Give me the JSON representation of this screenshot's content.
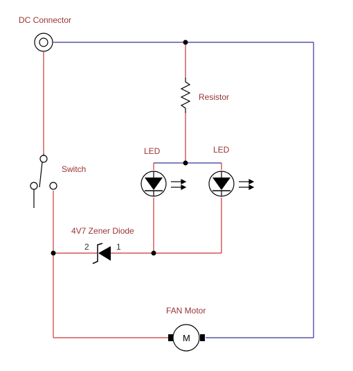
{
  "labels": {
    "dc_connector": "DC Connector",
    "resistor": "Resistor",
    "led_left": "LED",
    "led_right": "LED",
    "switch": "Switch",
    "zener": "4V7 Zener Diode",
    "zener_pin_2": "2",
    "zener_pin_1": "1",
    "motor": "FAN Motor",
    "motor_symbol": "M"
  },
  "colors": {
    "wire_red": "#cc3333",
    "wire_blue": "#333399",
    "component": "#000000",
    "label": "#993333",
    "background": "#ffffff"
  }
}
